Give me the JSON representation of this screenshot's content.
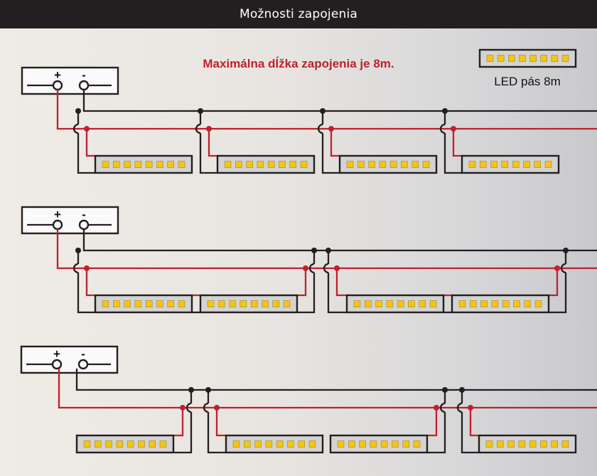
{
  "header": {
    "title": "Možnosti zapojenia"
  },
  "note": "Maximálna dĺžka zapojenia je 8m.",
  "legend": {
    "label": "LED pás 8m"
  },
  "supply": {
    "plus": "+",
    "minus": "-"
  },
  "colors": {
    "positive_wire": "#c0202e",
    "negative_wire": "#231f20",
    "led_chip": "#f6c412",
    "strip_body": "#d3d3d3",
    "note_text": "#c0202e"
  }
}
